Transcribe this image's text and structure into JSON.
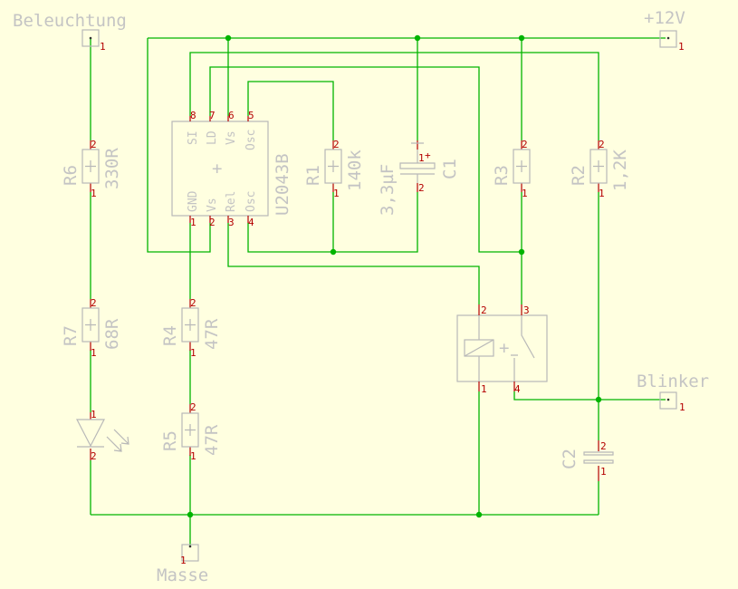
{
  "colors": {
    "background": "#ffffe0",
    "wire": "#00b400",
    "pin": "#b40000",
    "component": "#b8b8b8"
  },
  "connectors": {
    "beleuchtung": {
      "label": "Beleuchtung",
      "pin": "1"
    },
    "plus12v": {
      "label": "+12V",
      "pin": "1"
    },
    "blinker": {
      "label": "Blinker",
      "pin": "1"
    },
    "masse": {
      "label": "Masse",
      "pin": "1"
    }
  },
  "resistors": {
    "r6": {
      "name": "R6",
      "value": "330R",
      "pin_top": "2",
      "pin_bottom": "1"
    },
    "r7": {
      "name": "R7",
      "value": "68R",
      "pin_top": "2",
      "pin_bottom": "1"
    },
    "r4": {
      "name": "R4",
      "value": "47R",
      "pin_top": "2",
      "pin_bottom": "1"
    },
    "r5": {
      "name": "R5",
      "value": "47R",
      "pin_top": "2",
      "pin_bottom": "1"
    },
    "r1": {
      "name": "R1",
      "value": "140k",
      "pin_top": "2",
      "pin_bottom": "1"
    },
    "r3": {
      "name": "R3",
      "value": "",
      "pin_top": "2",
      "pin_bottom": "1"
    },
    "r2": {
      "name": "R2",
      "value": "1,2K",
      "pin_top": "2",
      "pin_bottom": "1"
    }
  },
  "led": {
    "pin_top": "1",
    "pin_bottom": "2"
  },
  "ic": {
    "name": "U2043B",
    "center_mark": "+",
    "pins_top": [
      {
        "num": "8",
        "label": "SI"
      },
      {
        "num": "7",
        "label": "LD"
      },
      {
        "num": "6",
        "label": "Vs"
      },
      {
        "num": "5",
        "label": "Osc"
      }
    ],
    "pins_bottom": [
      {
        "num": "1",
        "label": "GND"
      },
      {
        "num": "2",
        "label": "Vs"
      },
      {
        "num": "3",
        "label": "Rel"
      },
      {
        "num": "4",
        "label": "Osc"
      }
    ]
  },
  "c1": {
    "name": "C1",
    "value": "3,3µF",
    "plus": "+",
    "pin_top": "1",
    "pin_bottom": "2"
  },
  "c2": {
    "name": "C2",
    "pin_top": "2",
    "pin_bottom": "1"
  },
  "relay": {
    "pin_2": "2",
    "pin_3": "3",
    "pin_1": "1",
    "pin_4": "4",
    "plus": "+"
  }
}
